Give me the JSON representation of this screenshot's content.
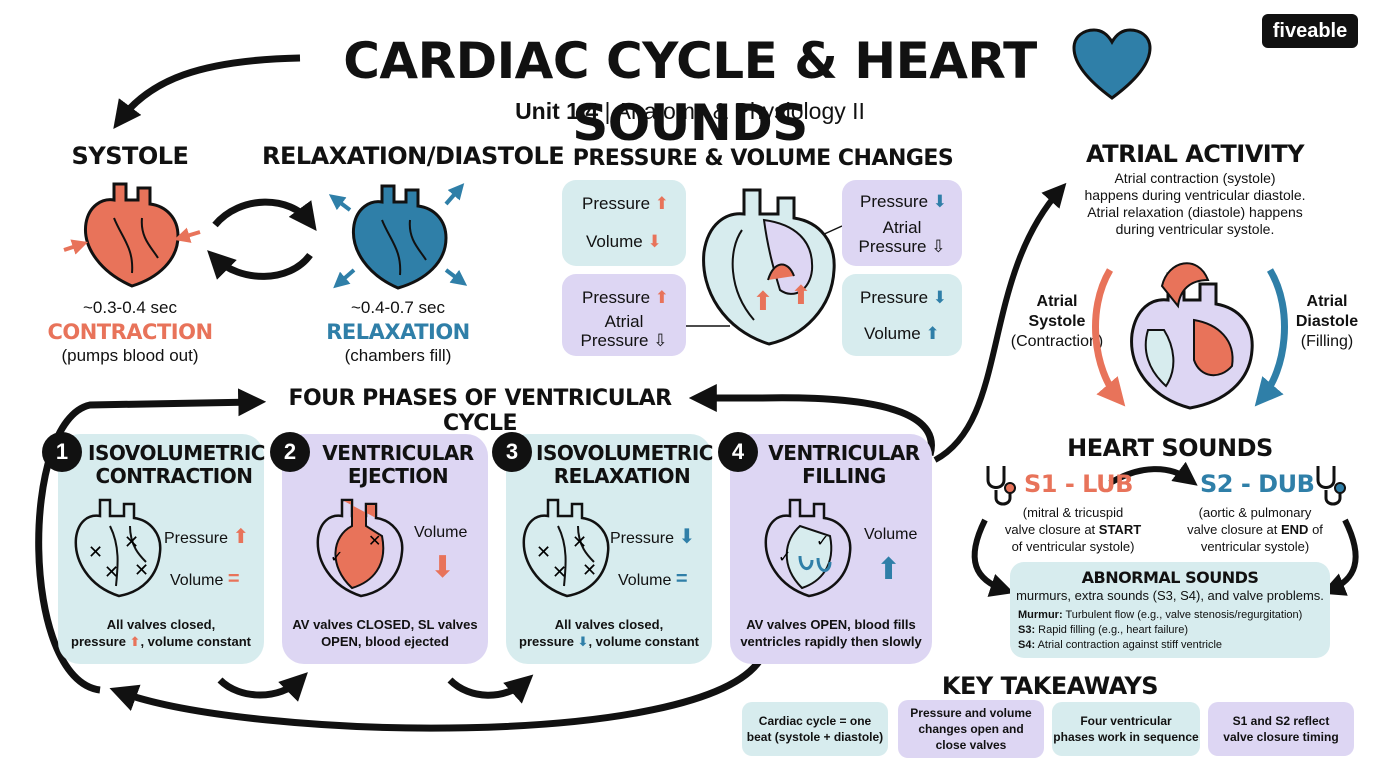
{
  "title": "CARDIAC CYCLE & HEART SOUNDS",
  "subtitle_bold": "Unit 1.4",
  "subtitle_sep": " | ",
  "subtitle_rest": "Anatomy & Physiology II",
  "brand": "fiveable",
  "colors": {
    "coral": "#e8735a",
    "blue": "#2f7fa8",
    "teal_bg": "#d7ecee",
    "lavender_bg": "#ddd6f3"
  },
  "systole": {
    "heading": "SYSTOLE",
    "time": "~0.3-0.4 sec",
    "label": "CONTRACTION",
    "desc": "(pumps blood out)",
    "icon": "contracting-heart-icon"
  },
  "diastole": {
    "heading": "RELAXATION/DIASTOLE",
    "time": "~0.4-0.7 sec",
    "label": "RELAXATION",
    "desc": "(chambers fill)",
    "icon": "relaxing-heart-icon"
  },
  "pressure_volume": {
    "heading": "PRESSURE & VOLUME CHANGES",
    "top_left": {
      "a": "Pressure",
      "b": "Volume"
    },
    "bottom_left": {
      "a": "Pressure",
      "b1": "Atrial",
      "b2": "Pressure"
    },
    "top_right": {
      "a": "Pressure",
      "b1": "Atrial",
      "b2": "Pressure"
    },
    "bottom_right": {
      "a": "Pressure",
      "b": "Volume"
    }
  },
  "atrial": {
    "heading": "ATRIAL ACTIVITY",
    "line1": "Atrial contraction (systole)",
    "line2": "happens during ventricular diastole.",
    "line3": "Atrial relaxation (diastole) happens",
    "line4": "during ventricular systole.",
    "left_title1": "Atrial",
    "left_title2": "Systole",
    "left_sub": "(Contraction)",
    "right_title1": "Atrial",
    "right_title2": "Diastole",
    "right_sub": "(Filling)"
  },
  "phases": {
    "heading": "FOUR PHASES OF VENTRICULAR CYCLE",
    "items": [
      {
        "num": "1",
        "title1": "ISOVOLUMETRIC",
        "title2": "CONTRACTION",
        "p": "Pressure",
        "v": "Volume",
        "d1": "All valves closed,",
        "d2a": "pressure",
        "d2b": ", volume constant"
      },
      {
        "num": "2",
        "title1": "VENTRICULAR",
        "title2": "EJECTION",
        "v": "Volume",
        "d1a": "AV valves ",
        "d1b": "CLOSED",
        "d1c": ", SL valves",
        "d2a": "OPEN",
        "d2b": ", blood ejected"
      },
      {
        "num": "3",
        "title1": "ISOVOLUMETRIC",
        "title2": "RELAXATION",
        "p": "Pressure",
        "v": "Volume",
        "d1": "All valves closed,",
        "d2a": "pressure",
        "d2b": ", volume constant"
      },
      {
        "num": "4",
        "title1": "VENTRICULAR",
        "title2": "FILLING",
        "v": "Volume",
        "d1a": "AV valves ",
        "d1b": "OPEN",
        "d1c": ", blood fills",
        "d2": "ventricles rapidly then slowly"
      }
    ]
  },
  "heart_sounds": {
    "heading": "HEART SOUNDS",
    "s1": "S1 - LUB",
    "s1_d1": "(mitral & tricuspid",
    "s1_d2a": "valve closure at ",
    "s1_d2b": "START",
    "s1_d3": "of ventricular systole)",
    "s2": "S2 - DUB",
    "s2_d1": "(aortic & pulmonary",
    "s2_d2a": "valve closure at ",
    "s2_d2b": "END",
    "s2_d2c": " of",
    "s2_d3": "ventricular systole)"
  },
  "abnormal": {
    "heading": "ABNORMAL SOUNDS",
    "intro": "murmurs, extra sounds (S3, S4), and valve problems.",
    "m_k": "Murmur:",
    "m_v": " Turbulent flow (e.g., valve stenosis/regurgitation)",
    "s3_k": "S3:",
    "s3_v": " Rapid filling (e.g., heart failure)",
    "s4_k": "S4:",
    "s4_v": " Atrial contraction against stiff ventricle"
  },
  "takeaways": {
    "heading": "KEY TAKEAWAYS",
    "items": [
      {
        "l1": "Cardiac cycle = one",
        "l2": "beat (systole + diastole)"
      },
      {
        "l1": "Pressure and volume",
        "l2": "changes open and",
        "l3": "close valves"
      },
      {
        "l1": "Four ventricular",
        "l2": "phases work in sequence"
      },
      {
        "l1": "S1 and S2 reflect",
        "l2": "valve closure timing"
      }
    ]
  }
}
